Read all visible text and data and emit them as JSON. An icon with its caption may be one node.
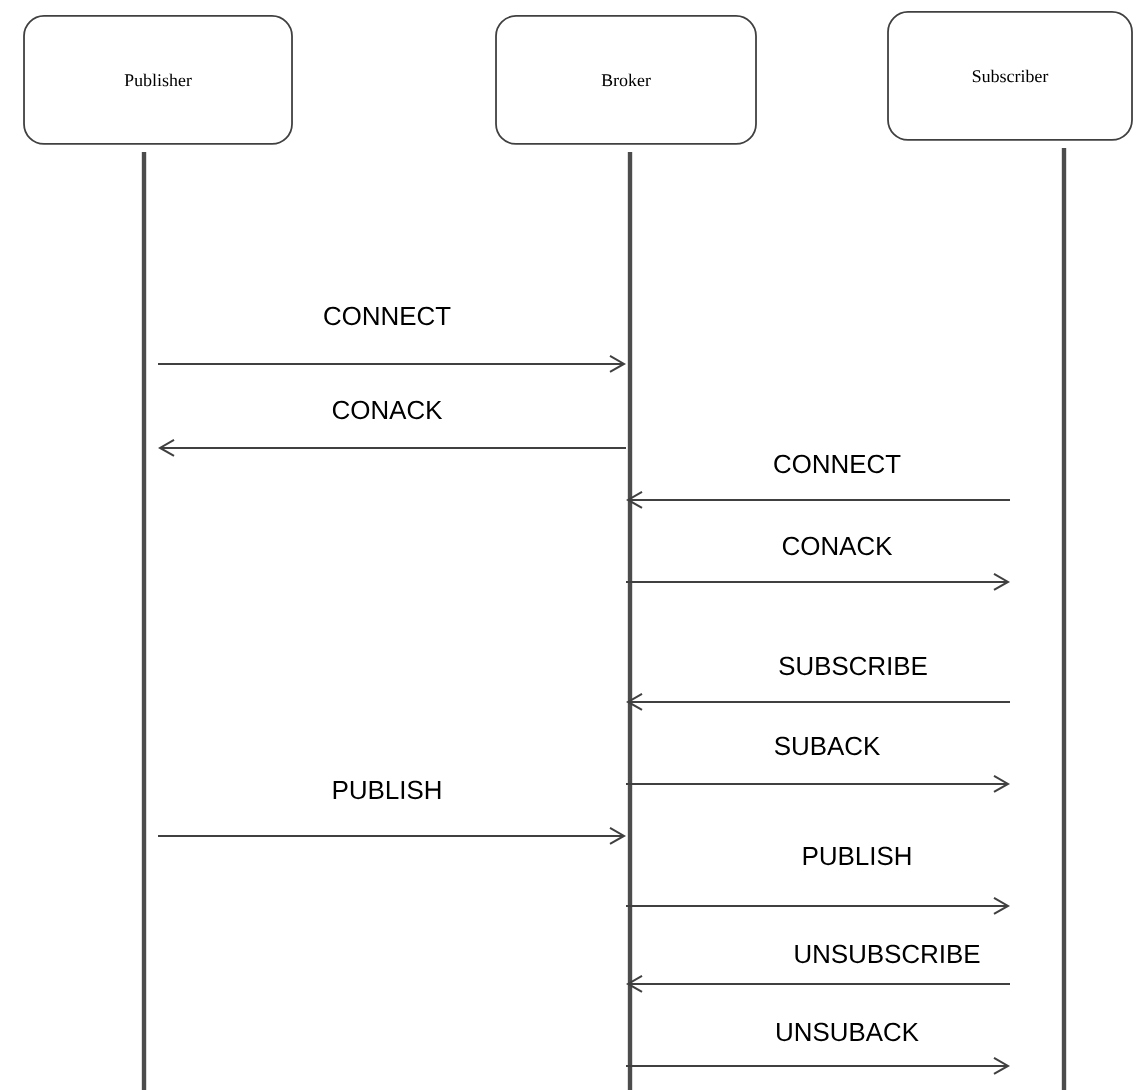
{
  "diagram": {
    "nodes": [
      {
        "text": [
          "Publisher"
        ]
      },
      {
        "text": [
          "Broker"
        ]
      },
      {
        "text": [
          "Subscriber"
        ]
      }
    ],
    "edges": [
      {
        "from": 0,
        "to": 1,
        "arrow": "to",
        "label": "CONNECT"
      },
      {
        "from": 1,
        "to": 0,
        "arrow": "to",
        "label": "CONACK"
      },
      {
        "from": 2,
        "to": 1,
        "arrow": "to",
        "label": "CONNECT"
      },
      {
        "from": 1,
        "to": 2,
        "arrow": "to",
        "label": "CONACK"
      },
      {
        "from": 2,
        "to": 1,
        "arrow": "to",
        "label": "SUBSCRIBE"
      },
      {
        "from": 1,
        "to": 2,
        "arrow": "to",
        "label": "SUBACK"
      },
      {
        "from": 0,
        "to": 1,
        "arrow": "to",
        "label": "PUBLISH"
      },
      {
        "from": 1,
        "to": 2,
        "arrow": "to",
        "label": "PUBLISH"
      },
      {
        "from": 2,
        "to": 1,
        "arrow": "to",
        "label": "UNSUBSCRIBE"
      },
      {
        "from": 1,
        "to": 2,
        "arrow": "to",
        "label": "UNSUBACK"
      }
    ]
  }
}
